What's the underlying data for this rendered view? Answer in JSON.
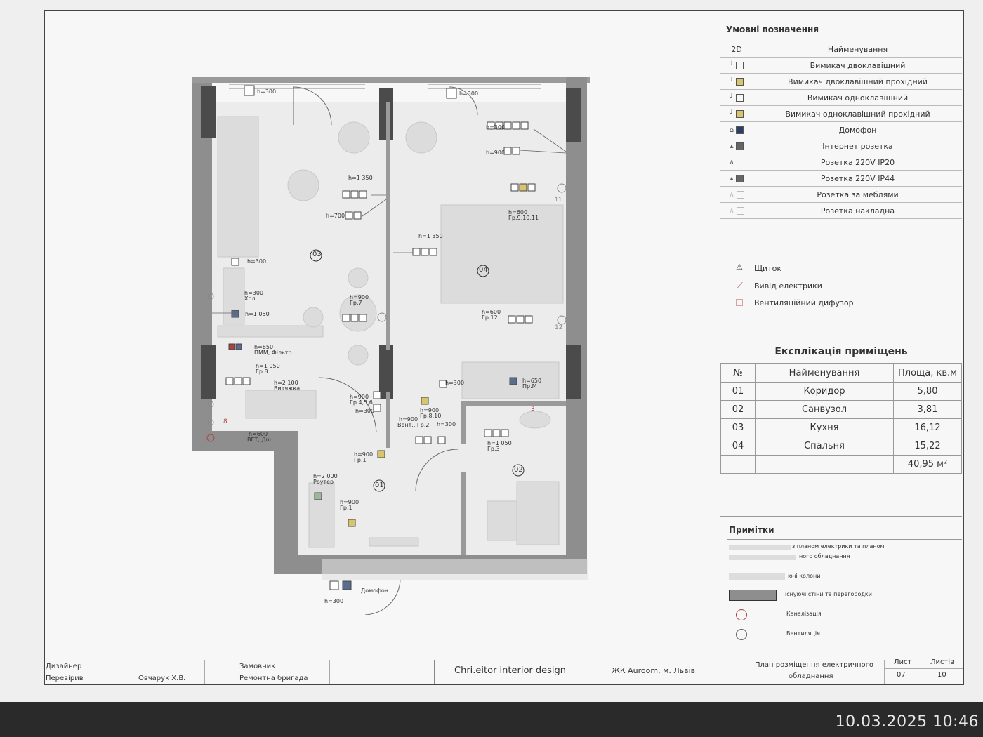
{
  "legend": {
    "title": "Умовні позначення",
    "col_symbol": "2D",
    "col_name": "Найменування",
    "items": [
      {
        "icon": "two-key-switch-icon",
        "label": "Вимикач двоклавішний"
      },
      {
        "icon": "two-key-pass-switch-icon",
        "label": "Вимикач двоклавішний прохідний"
      },
      {
        "icon": "one-key-switch-icon",
        "label": "Вимикач одноклавішний"
      },
      {
        "icon": "one-key-pass-switch-icon",
        "label": "Вимикач одноклавішний прохідний"
      },
      {
        "icon": "intercom-icon",
        "label": "Домофон"
      },
      {
        "icon": "internet-socket-icon",
        "label": "Інтернет розетка"
      },
      {
        "icon": "socket-ip20-icon",
        "label": "Розетка 220V IP20"
      },
      {
        "icon": "socket-ip44-icon",
        "label": "Розетка 220V IP44"
      },
      {
        "icon": "furniture-socket-icon",
        "label": "Розетка за меблями"
      },
      {
        "icon": "surface-socket-icon",
        "label": "Розетка накладна"
      }
    ],
    "extra": [
      {
        "icon": "panel-triangle-icon",
        "label": "Щиток"
      },
      {
        "icon": "wire-outlet-icon",
        "label": "Вивід електрики"
      },
      {
        "icon": "vent-diffuser-icon",
        "label": "Вентиляційний дифузор"
      }
    ]
  },
  "explication": {
    "title": "Експлікація приміщень",
    "headers": [
      "№",
      "Найменування",
      "Площа, кв.м"
    ],
    "rows": [
      {
        "no": "01",
        "name": "Коридор",
        "area": "5,80"
      },
      {
        "no": "02",
        "name": "Санвузол",
        "area": "3,81"
      },
      {
        "no": "03",
        "name": "Кухня",
        "area": "16,12"
      },
      {
        "no": "04",
        "name": "Спальня",
        "area": "15,22"
      }
    ],
    "total": "40,95 м²"
  },
  "notes": {
    "title": "Примітки",
    "line1": "з планом електрики та планом",
    "line2": "ного обладнання",
    "columns": "ючі колони",
    "walls": "існуючі стіни та перегородки",
    "sewer": "Каналізація",
    "vent": "Вентиляція"
  },
  "stamp": {
    "designer_label": "Дизайнер",
    "checked_label": "Перевірив",
    "checked_name": "Овчарук Х.В.",
    "client_label": "Замовник",
    "client_name": "Ремонтна бригада",
    "studio": "Chri.eitor interior design",
    "project": "ЖК Auroom, м. Львів",
    "sheet_title_1": "План розміщення електричного",
    "sheet_title_2": "обладнання",
    "sheet_label": "Лист",
    "sheets_label": "Листів",
    "sheet_no": "07",
    "sheets_total": "10"
  },
  "plan": {
    "rooms": [
      "01",
      "02",
      "03",
      "04"
    ],
    "labels": {
      "h300_top_left": "h=300",
      "h300_top_right": "h=300",
      "h300_a": "h=300",
      "h900_a": "h=900",
      "h1350_a": "h=1 350",
      "h700": "h=700",
      "h1350_b": "h=1 350",
      "h600_gr": "h=600",
      "gr91011": "Гр.9,10,11",
      "h300_hol": "h=300",
      "hol": "Хол.",
      "h1050_a": "h=1 050",
      "h900_gr7": "h=900",
      "gr7": "Гр.7",
      "h600_gr12": "h=600",
      "gr12": "Гр.12",
      "h650": "h=650",
      "pmm": "ПММ, Фільтр",
      "h1050_gr8": "h=1 050",
      "gr8": "Гр.8",
      "h2100": "h=2 100",
      "vytyazhka": "Витяжка",
      "h600_vgt": "h=600",
      "vgt": "ВГТ, Дш",
      "h900_gr456": "h=900",
      "gr456": "Гр.4,5,6",
      "h300_b": "h=300",
      "h900_gr1": "h=900",
      "gr1": "Гр.1",
      "h900_gr810": "h=900",
      "gr810": "Гр.8,10",
      "h900_vent": "h=900",
      "vent_gr2": "Вент., Гр.2",
      "h300_c": "h=300",
      "h300_d": "h=300",
      "h650_prm": "h=650",
      "prm": "Пр.М",
      "h1050_gr3": "h=1 050",
      "gr3": "Гр.3",
      "h2000": "h=2 000",
      "router": "Роутер",
      "h900_gr1b": "h=900",
      "gr1b": "Гр.1",
      "h300_intercom": "h=300",
      "intercom": "Домофон",
      "num11": "11",
      "num12": "12",
      "num8": "8",
      "num3": "3"
    }
  },
  "timestamp": "10.03.2025 10:46"
}
